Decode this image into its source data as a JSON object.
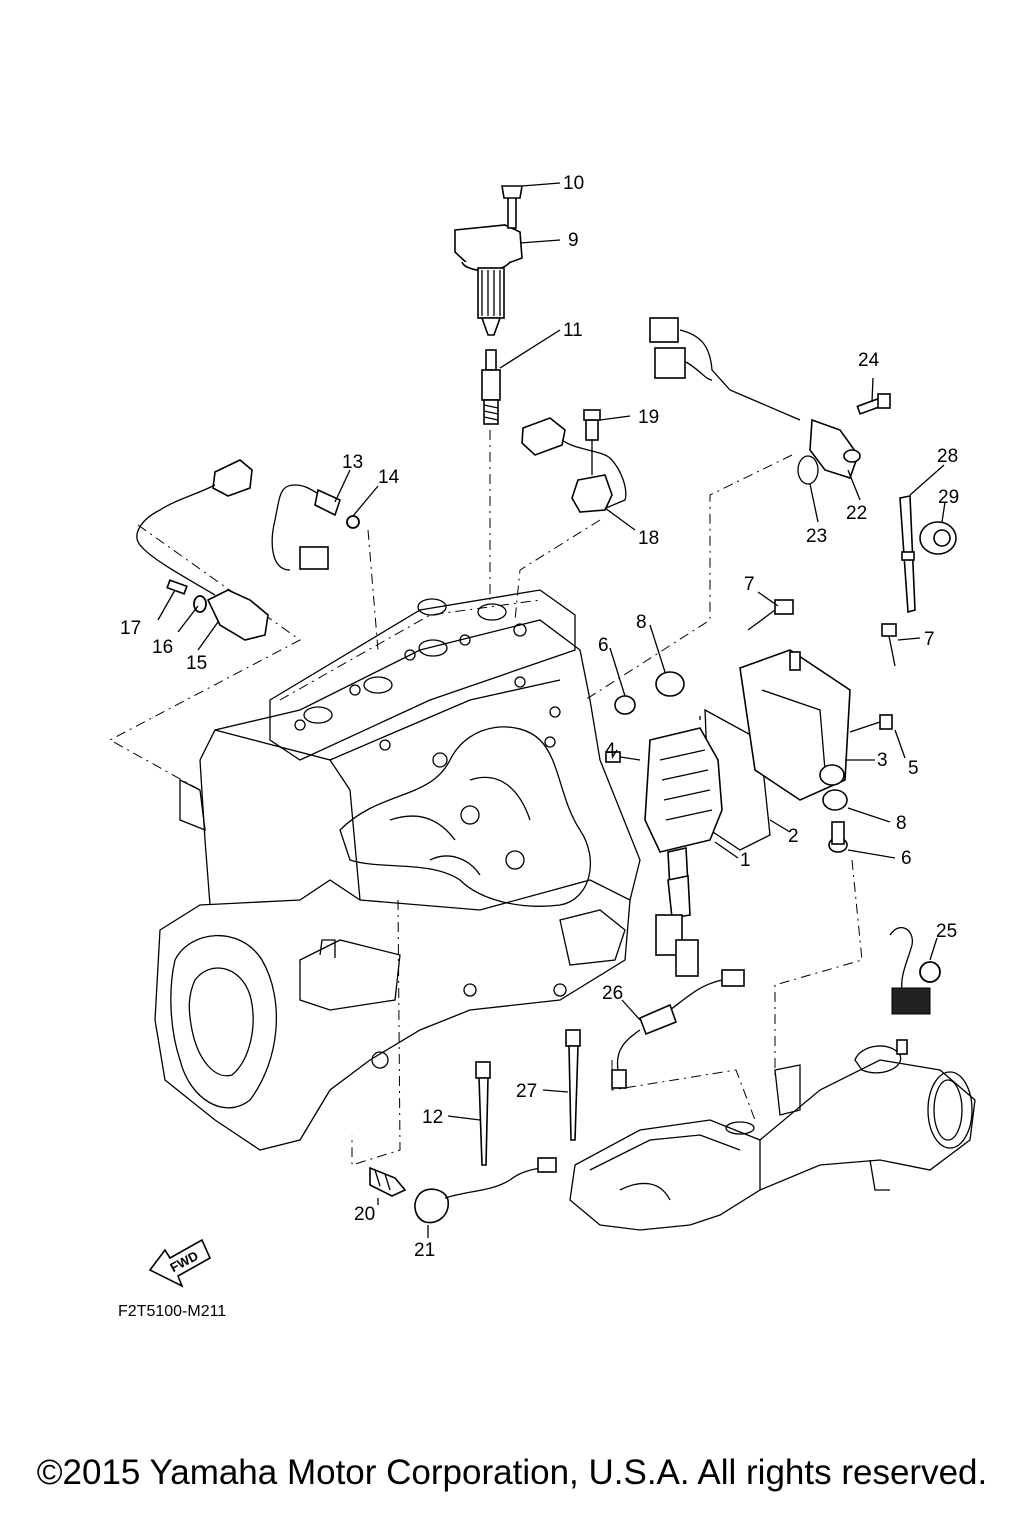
{
  "diagram": {
    "callouts": [
      {
        "id": "c1",
        "label": "1"
      },
      {
        "id": "c2",
        "label": "2"
      },
      {
        "id": "c3",
        "label": "3"
      },
      {
        "id": "c4",
        "label": "4"
      },
      {
        "id": "c5",
        "label": "5"
      },
      {
        "id": "c6a",
        "label": "6"
      },
      {
        "id": "c6b",
        "label": "6"
      },
      {
        "id": "c7a",
        "label": "7"
      },
      {
        "id": "c7b",
        "label": "7"
      },
      {
        "id": "c8a",
        "label": "8"
      },
      {
        "id": "c8b",
        "label": "8"
      },
      {
        "id": "c9",
        "label": "9"
      },
      {
        "id": "c10",
        "label": "10"
      },
      {
        "id": "c11",
        "label": "11"
      },
      {
        "id": "c12",
        "label": "12"
      },
      {
        "id": "c13",
        "label": "13"
      },
      {
        "id": "c14",
        "label": "14"
      },
      {
        "id": "c15",
        "label": "15"
      },
      {
        "id": "c16",
        "label": "16"
      },
      {
        "id": "c17",
        "label": "17"
      },
      {
        "id": "c18",
        "label": "18"
      },
      {
        "id": "c19",
        "label": "19"
      },
      {
        "id": "c20",
        "label": "20"
      },
      {
        "id": "c21",
        "label": "21"
      },
      {
        "id": "c22",
        "label": "22"
      },
      {
        "id": "c23",
        "label": "23"
      },
      {
        "id": "c24",
        "label": "24"
      },
      {
        "id": "c25",
        "label": "25"
      },
      {
        "id": "c26",
        "label": "26"
      },
      {
        "id": "c27",
        "label": "27"
      },
      {
        "id": "c28",
        "label": "28"
      },
      {
        "id": "c29",
        "label": "29"
      }
    ],
    "fwd_label": "FWD",
    "drawing_code": "F2T5100-M211"
  },
  "copyright": "©2015 Yamaha Motor Corporation, U.S.A. All rights reserved."
}
